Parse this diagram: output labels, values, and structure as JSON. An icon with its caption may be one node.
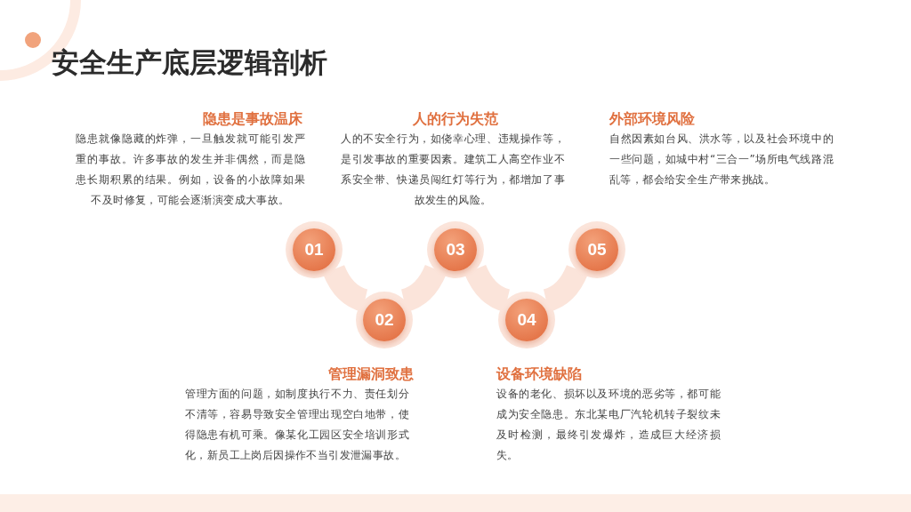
{
  "diagram": {
    "title": "安全生产底层逻辑剖析",
    "nodes": [
      {
        "text": [
          "01"
        ],
        "beside": [
          "隐患是事故温床",
          "隐患就像隐藏的炸弹，一旦触发就可能引发严重的事故。许多事故的发生并非偶然，而是隐患长期积累的结果。例如，设备的小故障如果不及时修复，可能会逐渐演变成大事故。"
        ]
      },
      {
        "text": [
          "02"
        ],
        "beside": [
          "管理漏洞致患",
          "管理方面的问题，如制度执行不力、责任划分不清等，容易导致安全管理出现空白地带，使得隐患有机可乘。像某化工园区安全培训形式化，新员工上岗后因操作不当引发泄漏事故。"
        ]
      },
      {
        "text": [
          "03"
        ],
        "beside": [
          "人的行为失范",
          "人的不安全行为，如侥幸心理、违规操作等，是引发事故的重要因素。建筑工人高空作业不系安全带、快递员闯红灯等行为，都增加了事故发生的风险。"
        ]
      },
      {
        "text": [
          "04"
        ],
        "beside": [
          "设备环境缺陷",
          "设备的老化、损坏以及环境的恶劣等，都可能成为安全隐患。东北某电厂汽轮机转子裂纹未及时检测，最终引发爆炸，造成巨大经济损失。"
        ]
      },
      {
        "text": [
          "05"
        ],
        "beside": [
          "外部环境风险",
          "自然因素如台风、洪水等，以及社会环境中的一些问题，如城中村“三合一”场所电气线路混乱等，都会给安全生产带来挑战。"
        ]
      }
    ],
    "edges": [
      {
        "from": 0,
        "to": 1,
        "arrow": "none"
      },
      {
        "from": 1,
        "to": 2,
        "arrow": "none"
      },
      {
        "from": 2,
        "to": 3,
        "arrow": "none"
      },
      {
        "from": 3,
        "to": 4,
        "arrow": "none"
      }
    ]
  }
}
